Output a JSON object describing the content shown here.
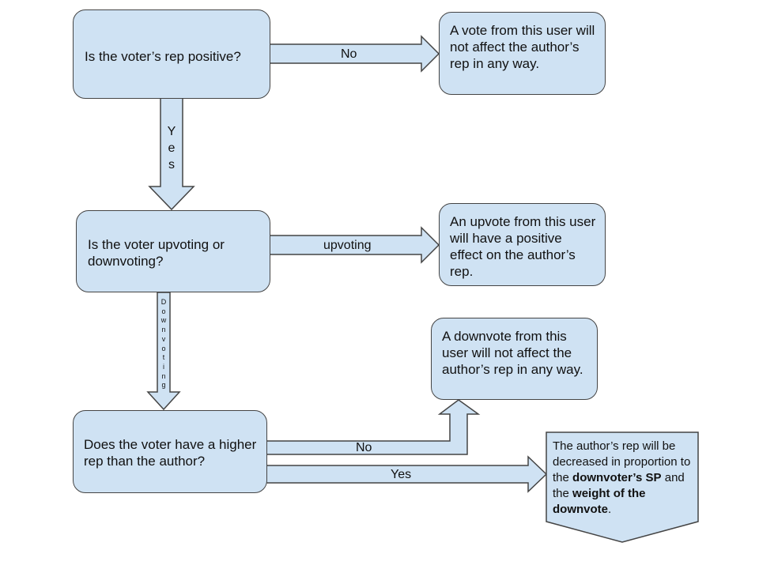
{
  "nodes": {
    "q_rep_positive": "Is the voter’s rep positive?",
    "no_effect_vote": "A vote from this user will not affect the author’s rep in any way.",
    "q_up_or_down": "Is the voter upvoting or downvoting?",
    "upvote_positive": "An upvote from this user will have a positive effect on the author’s rep.",
    "downvote_no_effect": "A downvote from this user will not affect the author’s rep in any way.",
    "q_higher_rep": "Does the voter have a higher rep than the author?",
    "outcome": {
      "part1": "The author’s rep will be decreased in proportion to the ",
      "bold1": "downvoter’s SP",
      "part2": " and  the ",
      "bold2": "weight of the downvote",
      "part3": "."
    }
  },
  "edges": {
    "no_1": "No",
    "yes_1": [
      "Y",
      "e",
      "s"
    ],
    "upvoting": "upvoting",
    "downvoting": [
      "D",
      "o",
      "w",
      "n",
      "v",
      "o",
      "t",
      "i",
      "n",
      "g"
    ],
    "no_2": "No",
    "yes_2": "Yes"
  },
  "colors": {
    "fill": "#cfe2f3",
    "stroke": "#444444"
  }
}
